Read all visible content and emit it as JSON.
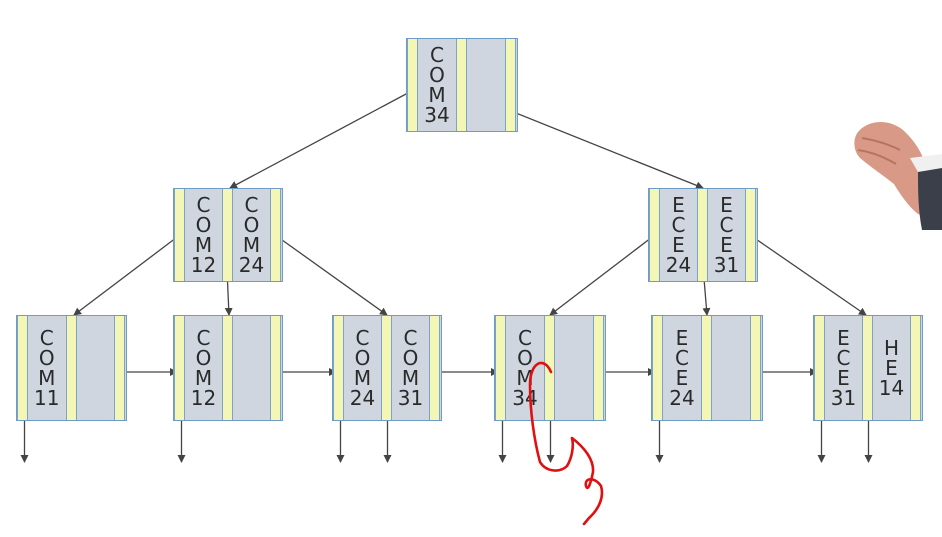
{
  "tree": {
    "root": {
      "keys": [
        [
          "C",
          "O",
          "M",
          "34"
        ],
        null
      ]
    },
    "internal": [
      {
        "keys": [
          [
            "C",
            "O",
            "M",
            "12"
          ],
          [
            "C",
            "O",
            "M",
            "24"
          ]
        ]
      },
      {
        "keys": [
          [
            "E",
            "C",
            "E",
            "24"
          ],
          [
            "E",
            "C",
            "E",
            "31"
          ]
        ]
      }
    ],
    "leaves": [
      {
        "keys": [
          [
            "C",
            "O",
            "M",
            "11"
          ],
          null
        ]
      },
      {
        "keys": [
          [
            "C",
            "O",
            "M",
            "12"
          ],
          null
        ]
      },
      {
        "keys": [
          [
            "C",
            "O",
            "M",
            "24"
          ],
          [
            "C",
            "O",
            "M",
            "31"
          ]
        ]
      },
      {
        "keys": [
          [
            "C",
            "O",
            "M",
            "34"
          ],
          null
        ]
      },
      {
        "keys": [
          [
            "E",
            "C",
            "E",
            "24"
          ],
          null
        ]
      },
      {
        "keys": [
          [
            "E",
            "C",
            "E",
            "31"
          ],
          [
            "H",
            "E",
            "14"
          ]
        ]
      }
    ]
  },
  "colors": {
    "node_fill": "#cfd6e0",
    "node_border": "#6f9cc4",
    "pointer_strip": "#f4f6b6",
    "arrow": "#444444",
    "annotation": "#e01010"
  }
}
